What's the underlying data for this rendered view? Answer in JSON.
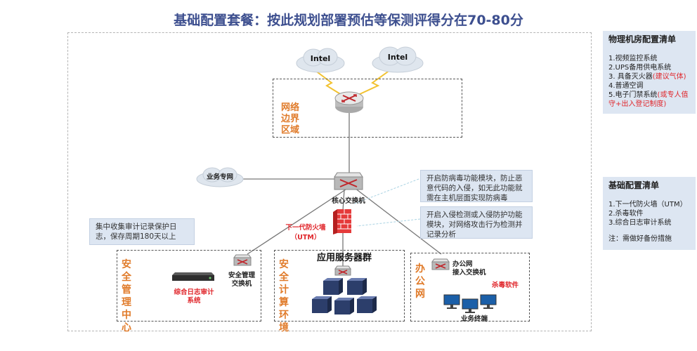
{
  "title": "基础配置套餐：按此规划部署预估等保测评得分在70-80分",
  "clouds": {
    "intel1": "Intel",
    "intel2": "Intel",
    "business_net": "业务专网"
  },
  "zones": {
    "border": "网络边界区域",
    "security_mgmt": "安全管理中心",
    "security_compute": "安全计算环境",
    "office": "办公网"
  },
  "devices": {
    "core_switch": "核心交换机",
    "firewall": "下一代防火墙",
    "firewall_sub": "（UTM）",
    "server_group": "应用服务器群",
    "sec_switch_l1": "安全管理",
    "sec_switch_l2": "交换机",
    "log_audit_l1": "综合日志审计",
    "log_audit_l2": "系统",
    "office_switch_l1": "办公网",
    "office_switch_l2": "接入交换机",
    "antivirus": "杀毒软件",
    "terminals": "业务终端"
  },
  "callouts": {
    "log": "集中收集审计记录保护日志，保存周期180天以上",
    "antivirus": "开启防病毒功能模块，防止恶意代码的入侵，如无此功能就需在主机层面实现防病毒",
    "ids": "开启入侵检测或入侵防护功能模块，对网络攻击行为检测并记录分析"
  },
  "panel_physical": {
    "heading": "物理机房配置清单",
    "items": [
      {
        "text": "1.视频监控系统",
        "note": ""
      },
      {
        "text": "2.UPS备用供电系统",
        "note": ""
      },
      {
        "text": "3. 具备灭火器",
        "note": "(建议气体)"
      },
      {
        "text": "4.普通空调",
        "note": ""
      },
      {
        "text": "5.电子门禁系统",
        "note": "(或专人值守+出入登记制度)"
      }
    ]
  },
  "panel_basic": {
    "heading": "基础配置清单",
    "items": [
      "1.下一代防火墙（UTM）",
      "2.杀毒软件",
      "3.综合日志审计系统"
    ],
    "note": "注：需做好备份措施"
  },
  "colors": {
    "zone_label": "#e07b2a",
    "accent_red": "#e0262b",
    "panel_bg": "#dde6f2",
    "title": "#3d4f8f"
  }
}
